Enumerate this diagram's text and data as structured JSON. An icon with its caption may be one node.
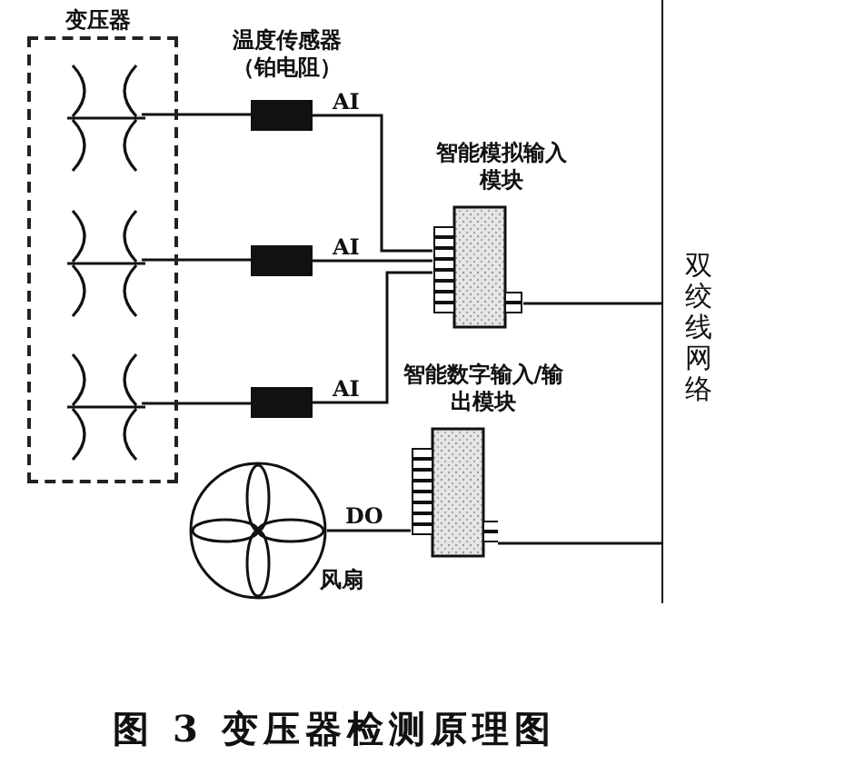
{
  "diagram": {
    "caption": "图 3 变压器检测原理图",
    "nodes": [
      {
        "text": [
          "变压器"
        ]
      },
      {
        "text": [],
        "shape": "coil",
        "in": 0
      },
      {
        "text": [],
        "shape": "coil",
        "in": 0
      },
      {
        "text": [],
        "shape": "coil",
        "in": 0
      },
      {
        "text": [],
        "shape": "box",
        "beside": [
          "温度传感器（铂电阻）"
        ]
      },
      {
        "text": [],
        "shape": "box"
      },
      {
        "text": [],
        "shape": "box"
      },
      {
        "text": [
          "智能模拟输入模块"
        ]
      },
      {
        "text": [
          "智能数字输入/输出模块"
        ]
      },
      {
        "text": [],
        "shape": "circle",
        "beside": [
          "风扇"
        ]
      },
      {
        "text": [
          "双绞线网络"
        ]
      }
    ],
    "edges": [
      {
        "from": 1,
        "to": 4,
        "arrow": "none"
      },
      {
        "from": 2,
        "to": 5,
        "arrow": "none"
      },
      {
        "from": 3,
        "to": 6,
        "arrow": "none"
      },
      {
        "from": 4,
        "to": 7,
        "arrow": "none",
        "label": "AI"
      },
      {
        "from": 5,
        "to": 7,
        "arrow": "none",
        "label": "AI"
      },
      {
        "from": 6,
        "to": 7,
        "arrow": "none",
        "label": "AI"
      },
      {
        "from": 9,
        "to": 8,
        "arrow": "none",
        "label": "DO"
      },
      {
        "from": 7,
        "to": 10,
        "arrow": "none"
      },
      {
        "from": 8,
        "to": 10,
        "arrow": "none"
      }
    ]
  }
}
